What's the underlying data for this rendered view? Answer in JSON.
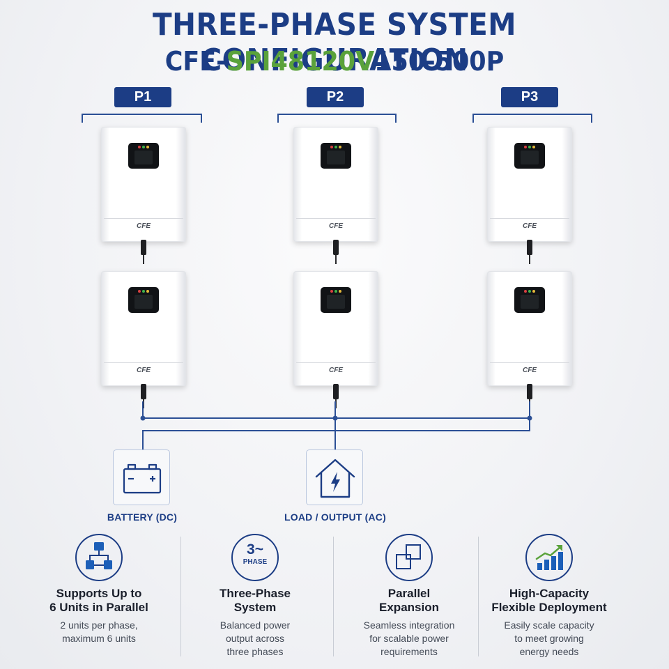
{
  "header": {
    "title": "THREE-PHASE SYSTEM CONFIGURATION",
    "model_prefix": "CFE-",
    "model_highlight": "SPI48120V",
    "model_suffix": "150-500P"
  },
  "phases": [
    {
      "label": "P1"
    },
    {
      "label": "P2"
    },
    {
      "label": "P3"
    }
  ],
  "inverter": {
    "logo_text": "CFE",
    "led_colors": [
      "#d94141",
      "#3fb24a",
      "#e4b83a"
    ]
  },
  "connections": {
    "battery_label": "BATTERY (DC)",
    "load_label": "LOAD / OUTPUT (AC)",
    "line_color": "#2b4f95"
  },
  "features": [
    {
      "icon": "parallel-units-icon",
      "title_line1": "Supports Up to",
      "title_line2": "6 Units in Parallel",
      "desc_line1": "2 units per phase,",
      "desc_line2": "maximum 6 units",
      "desc_line3": ""
    },
    {
      "icon": "three-phase-icon",
      "icon_text_top": "3~",
      "icon_text_bottom": "PHASE",
      "title_line1": "Three-Phase",
      "title_line2": "System",
      "desc_line1": "Balanced power",
      "desc_line2": "output across",
      "desc_line3": "three phases"
    },
    {
      "icon": "parallel-expansion-icon",
      "title_line1": "Parallel",
      "title_line2": "Expansion",
      "desc_line1": "Seamless integration",
      "desc_line2": "for scalable power",
      "desc_line3": "requirements"
    },
    {
      "icon": "growth-chart-icon",
      "title_line1": "High-Capacity",
      "title_line2": "Flexible Deployment",
      "desc_line1": "Easily scale capacity",
      "desc_line2": "to meet growing",
      "desc_line3": "energy needs"
    }
  ],
  "colors": {
    "navy": "#1c3d85",
    "green": "#5aa23b"
  }
}
